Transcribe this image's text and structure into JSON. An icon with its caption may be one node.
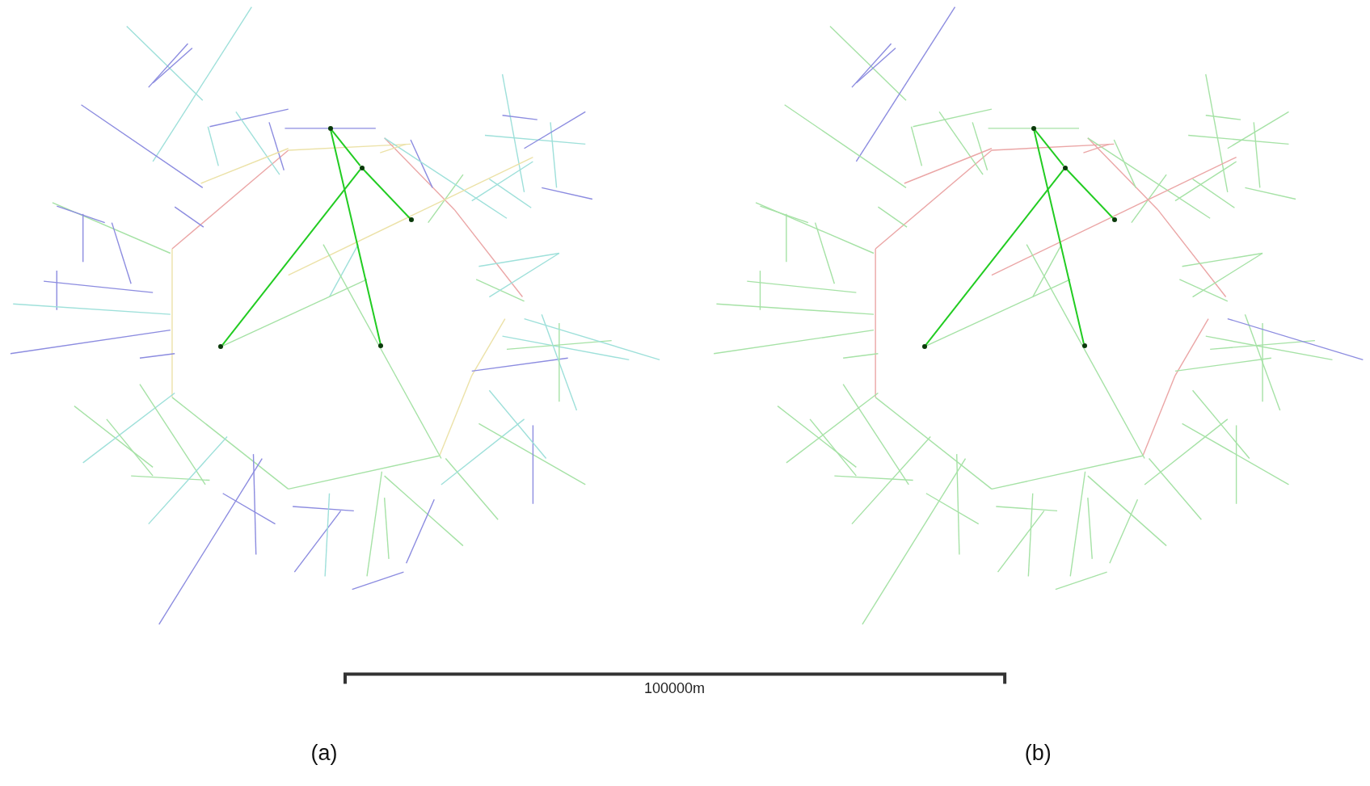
{
  "diagram": {
    "nodes": [
      {
        "text": [],
        "shape": "circle"
      },
      {
        "text": [],
        "shape": "circle"
      },
      {
        "text": [],
        "shape": "circle"
      },
      {
        "text": [],
        "shape": "circle"
      },
      {
        "text": [],
        "shape": "circle"
      },
      {
        "text": [],
        "shape": "circle"
      },
      {
        "text": [],
        "shape": "circle"
      },
      {
        "text": [],
        "shape": "circle"
      },
      {
        "text": [],
        "shape": "circle"
      },
      {
        "text": [],
        "shape": "circle"
      }
    ],
    "edges": [
      {
        "from": 0,
        "to": 4,
        "arrow": "none"
      },
      {
        "from": 0,
        "to": 1,
        "arrow": "none"
      },
      {
        "from": 1,
        "to": 2,
        "arrow": "none"
      },
      {
        "from": 1,
        "to": 3,
        "arrow": "none"
      },
      {
        "from": 5,
        "to": 9,
        "arrow": "none"
      },
      {
        "from": 5,
        "to": 6,
        "arrow": "none"
      },
      {
        "from": 6,
        "to": 7,
        "arrow": "none"
      },
      {
        "from": 6,
        "to": 8,
        "arrow": "none"
      }
    ],
    "labels": [
      "100000m",
      "(a)",
      "(b)"
    ]
  }
}
